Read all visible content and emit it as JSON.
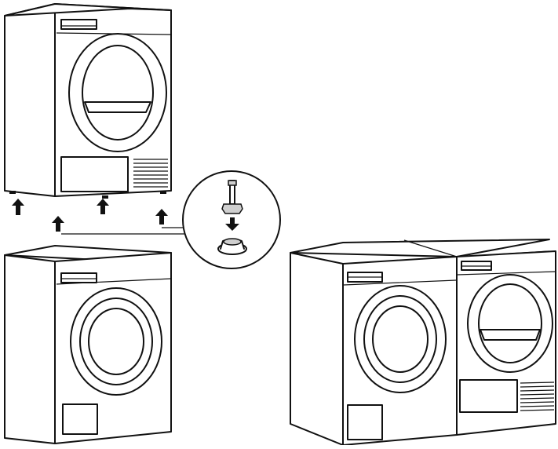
{
  "illustration": {
    "panels": [
      "stacking-sequence",
      "foot-replacement-detail",
      "side-by-side-result"
    ],
    "appliances": [
      "tumble-dryer",
      "washing-machine"
    ],
    "arrow_direction": {
      "lift": "up",
      "foot": "down"
    },
    "line_color": "#111111",
    "fill_color": "#ffffff"
  }
}
